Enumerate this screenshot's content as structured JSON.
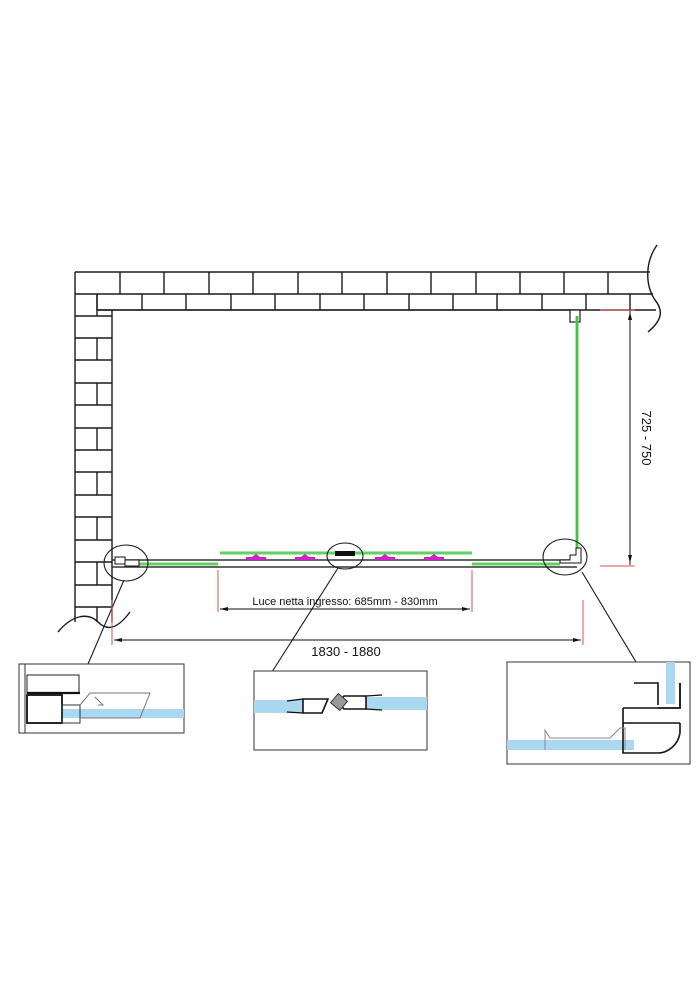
{
  "diagram": {
    "type": "shower-enclosure-plan-view",
    "dimensions": {
      "width_label": "1830 - 1880",
      "depth_label": "725 - 750",
      "opening_label": "Luce netta ingresso: 685mm - 830mm"
    },
    "details": [
      {
        "name": "left-wall-profile-detail",
        "position": "bottom-left"
      },
      {
        "name": "center-magnetic-seal-detail",
        "position": "bottom-center"
      },
      {
        "name": "right-corner-profile-detail",
        "position": "bottom-right"
      }
    ],
    "colors": {
      "wall_line": "#1a1a1a",
      "glass": "#5fd35f",
      "roller": "#d020c8",
      "dimension_marker": "#d9534f",
      "glass_detail": "#a9d8f0"
    }
  }
}
